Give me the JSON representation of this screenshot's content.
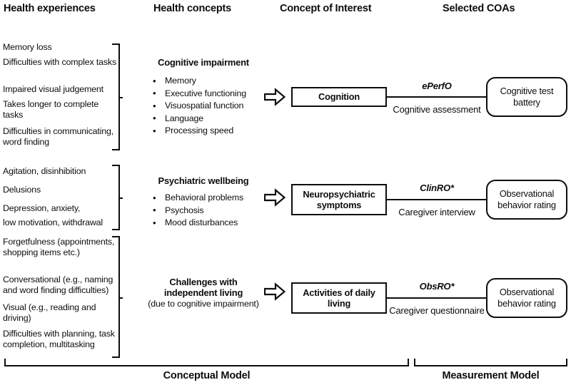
{
  "headers": [
    {
      "label": "Health experiences"
    },
    {
      "label": "Health concepts"
    },
    {
      "label": "Concept of Interest"
    },
    {
      "label": "Selected COAs"
    }
  ],
  "experiences": {
    "group1": [
      "Memory loss",
      "Difficulties with complex tasks",
      "Impaired visual judgement",
      "Takes longer to complete tasks",
      "Difficulties in communicating, word finding"
    ],
    "group2": [
      "Agitation, disinhibition",
      "Delusions",
      "Depression, anxiety,",
      "low motivation, withdrawal"
    ],
    "group3": [
      "Forgetfulness (appointments, shopping items etc.)",
      "Conversational (e.g., naming and word finding difficulties)",
      "Visual (e.g., reading and driving)",
      "Difficulties with planning, task completion, multitasking"
    ]
  },
  "concepts": [
    {
      "title": "Cognitive impairment",
      "subtitle": "",
      "bullets": [
        "Memory",
        "Executive functioning",
        "Visuospatial function",
        "Language",
        "Processing speed"
      ]
    },
    {
      "title": "Psychiatric wellbeing",
      "subtitle": "",
      "bullets": [
        "Behavioral problems",
        "Psychosis",
        "Mood disturbances"
      ]
    },
    {
      "title": "Challenges with independent living",
      "subtitle": "(due to cognitive impairment)",
      "bullets": []
    }
  ],
  "concepts_of_interest": [
    {
      "label": "Cognition"
    },
    {
      "label": "Neuropsychiatric symptoms"
    },
    {
      "label": "Activities of daily living"
    }
  ],
  "connectors": [
    {
      "type": "ePerfO",
      "method": "Cognitive assessment"
    },
    {
      "type": "ClinRO*",
      "method": "Caregiver interview"
    },
    {
      "type": "ObsRO*",
      "method": "Caregiver questionnaire"
    }
  ],
  "coas": [
    {
      "label": "Cognitive test battery"
    },
    {
      "label": "Observational behavior rating"
    },
    {
      "label": "Observational behavior rating"
    }
  ],
  "bottom": {
    "conceptual_model": "Conceptual Model",
    "measurement_model": "Measurement Model"
  },
  "colors": {
    "ink": "#0d0d0d",
    "background": "#ffffff"
  }
}
